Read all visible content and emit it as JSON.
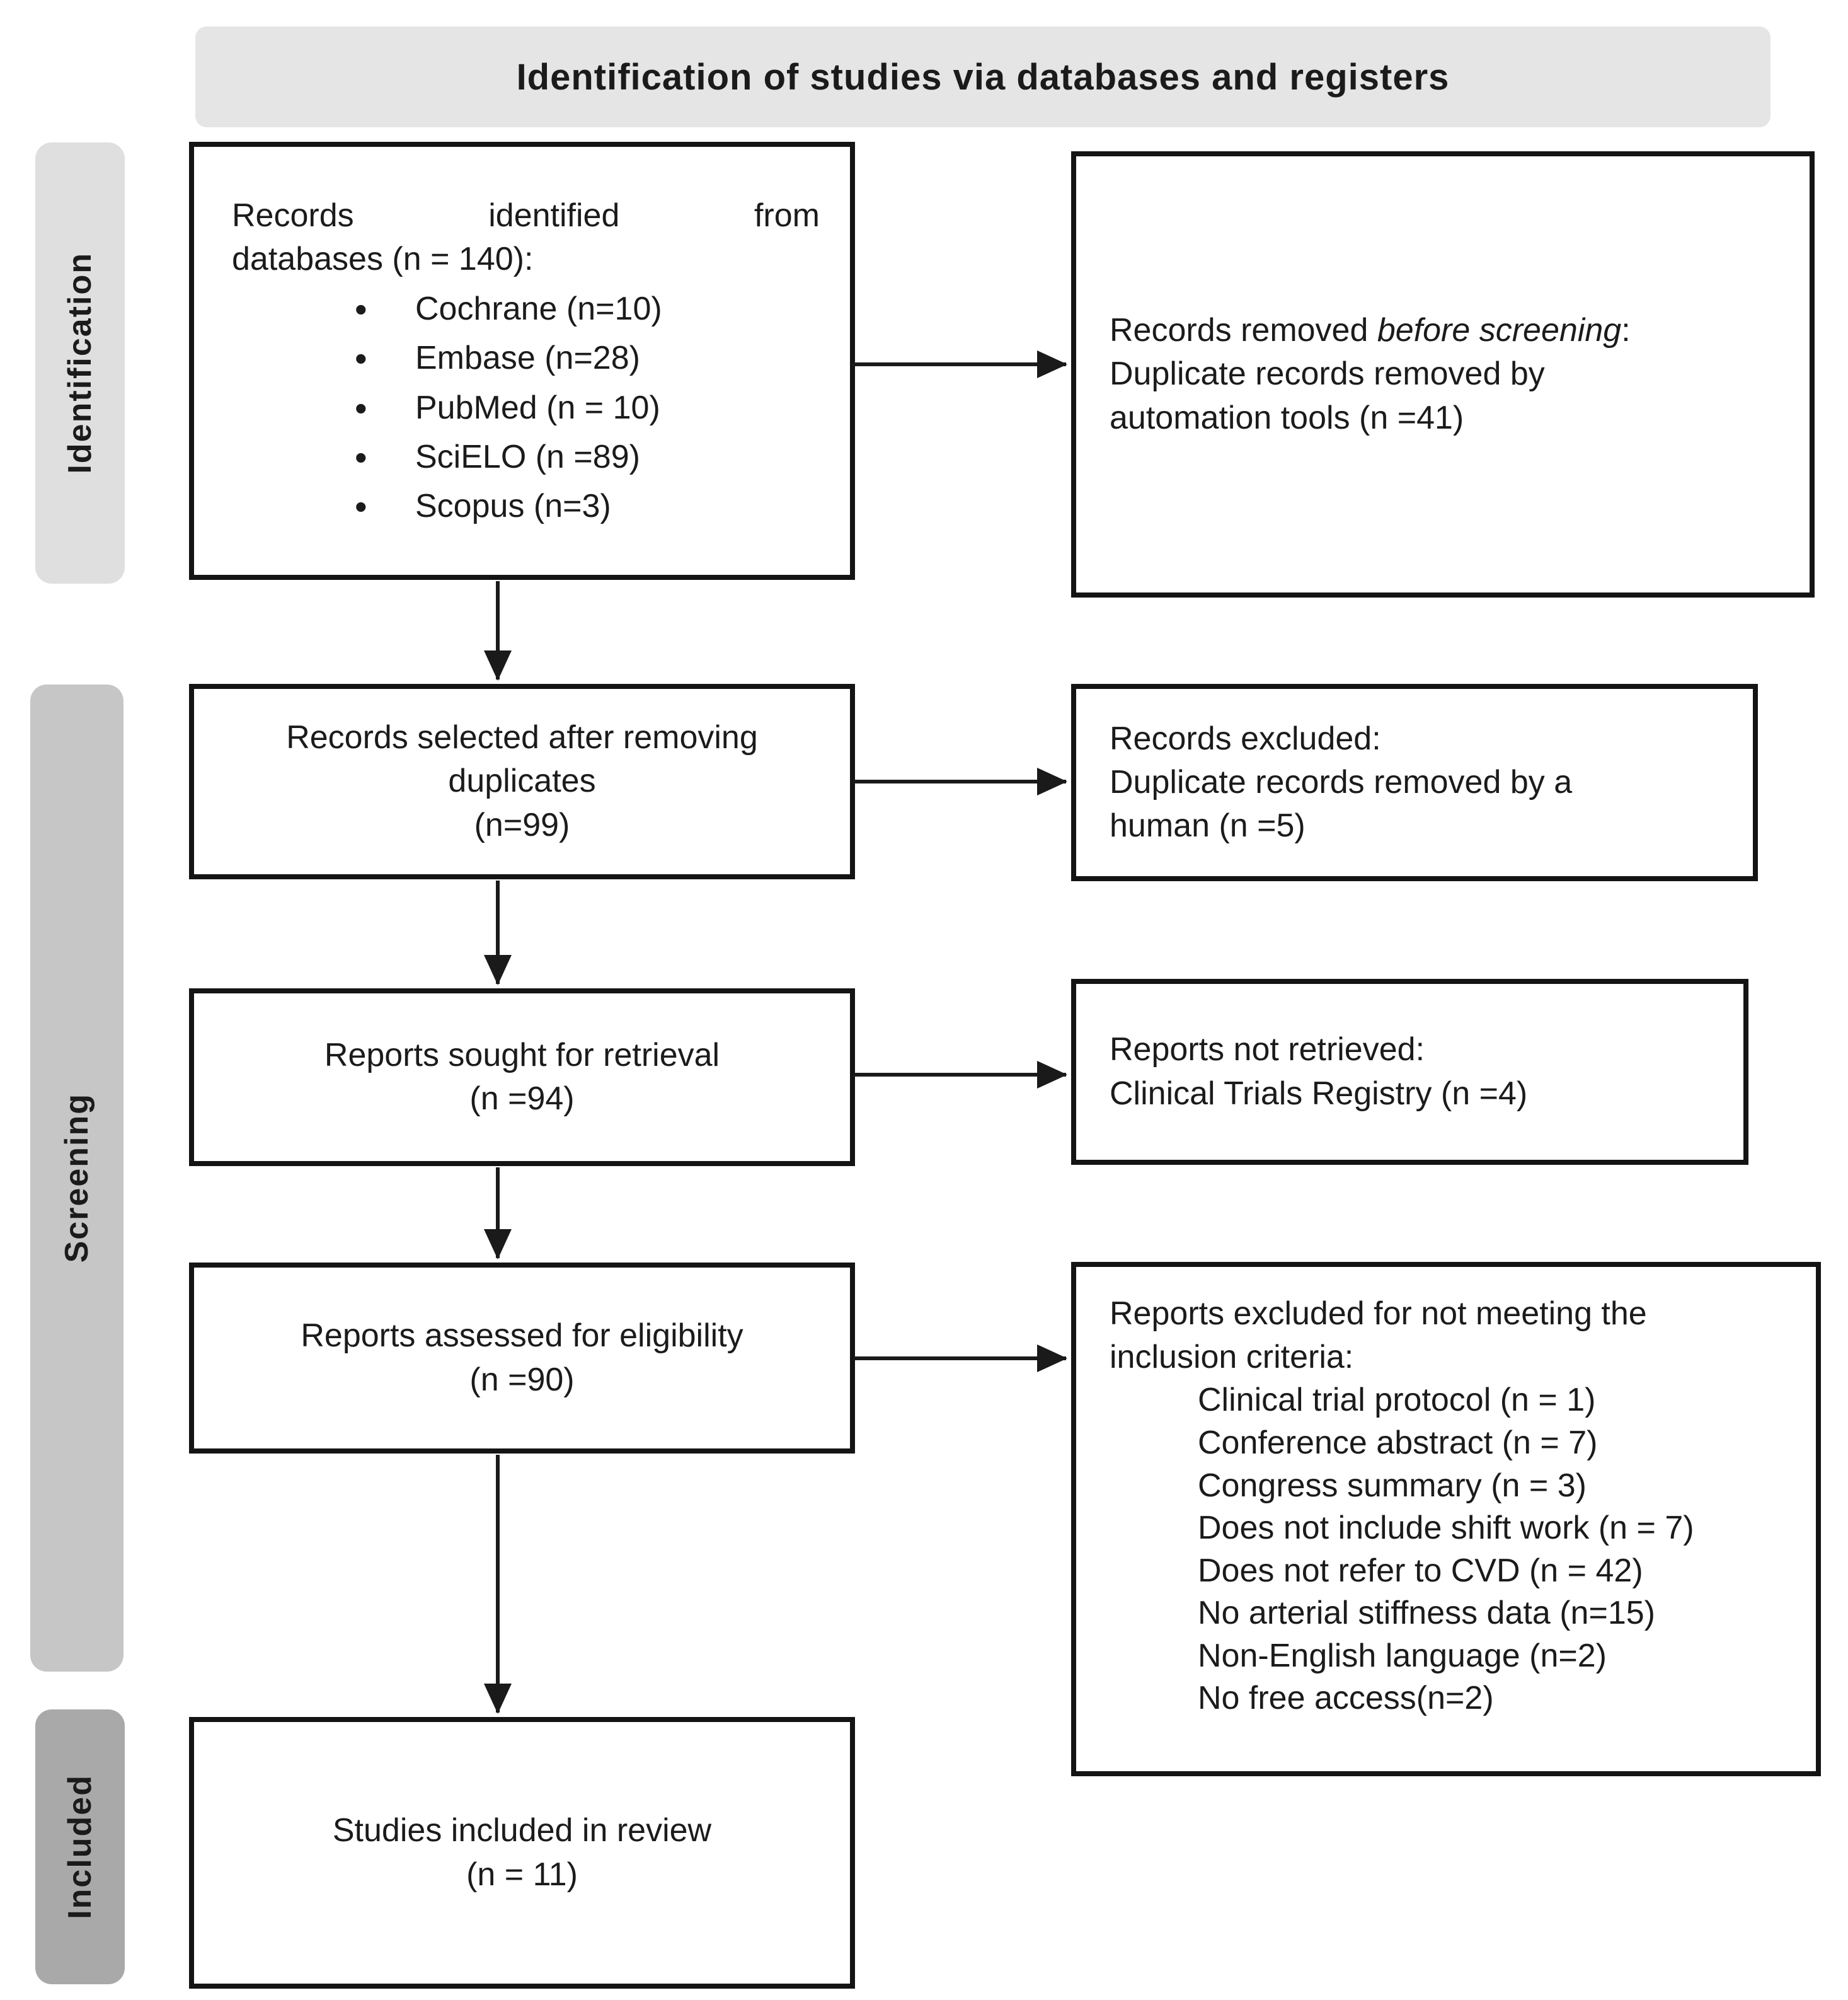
{
  "banner": {
    "title": "Identification of studies via databases and registers"
  },
  "sidebar": {
    "stages": [
      "Identification",
      "Screening",
      "Included"
    ]
  },
  "flow": {
    "records_identified": {
      "justified_words": [
        "Records",
        "identified",
        "from"
      ],
      "line2": "databases (n = 140):",
      "bullets": [
        "Cochrane (n=10)",
        "Embase (n=28)",
        "PubMed (n = 10)",
        "SciELO (n =89)",
        "Scopus (n=3)"
      ]
    },
    "records_selected": {
      "lines": [
        "Records selected after removing",
        "duplicates",
        "(n=99)"
      ]
    },
    "reports_sought": {
      "lines": [
        "Reports sought for retrieval",
        "(n =94)"
      ]
    },
    "reports_assessed": {
      "lines": [
        "Reports assessed for eligibility",
        "(n =90)"
      ]
    },
    "studies_included": {
      "lines": [
        "Studies included in review",
        "(n = 11)"
      ]
    },
    "records_removed": {
      "line1_prefix": "Records removed ",
      "line1_italic": "before screening",
      "line1_suffix": ":",
      "lines": [
        "Duplicate records removed by",
        "automation tools (n =41)"
      ]
    },
    "records_excluded": {
      "lines": [
        "Records excluded:",
        "Duplicate records removed by a",
        "human (n =5)"
      ]
    },
    "reports_not_retrieved": {
      "lines": [
        "Reports not retrieved:",
        "Clinical Trials Registry (n =4)"
      ]
    },
    "reports_excluded": {
      "header_lines": [
        "Reports excluded for not meeting the",
        "inclusion criteria:"
      ],
      "reasons": [
        "Clinical trial protocol (n = 1)",
        "Conference abstract (n = 7)",
        "Congress summary (n = 3)",
        "Does not include shift work (n = 7)",
        "Does not refer to CVD (n = 42)",
        "No arterial stiffness data (n=15)",
        "Non-English language (n=2)",
        "No free access(n=2)"
      ]
    }
  },
  "colors": {
    "banner_bg": "#e5e5e5",
    "stage_identification_bg": "#dfdfdf",
    "stage_screening_bg": "#c6c6c6",
    "stage_included_bg": "#a9a9a9",
    "box_border": "#141414",
    "arrow": "#1a1a1a",
    "text": "#1b1b1b"
  }
}
